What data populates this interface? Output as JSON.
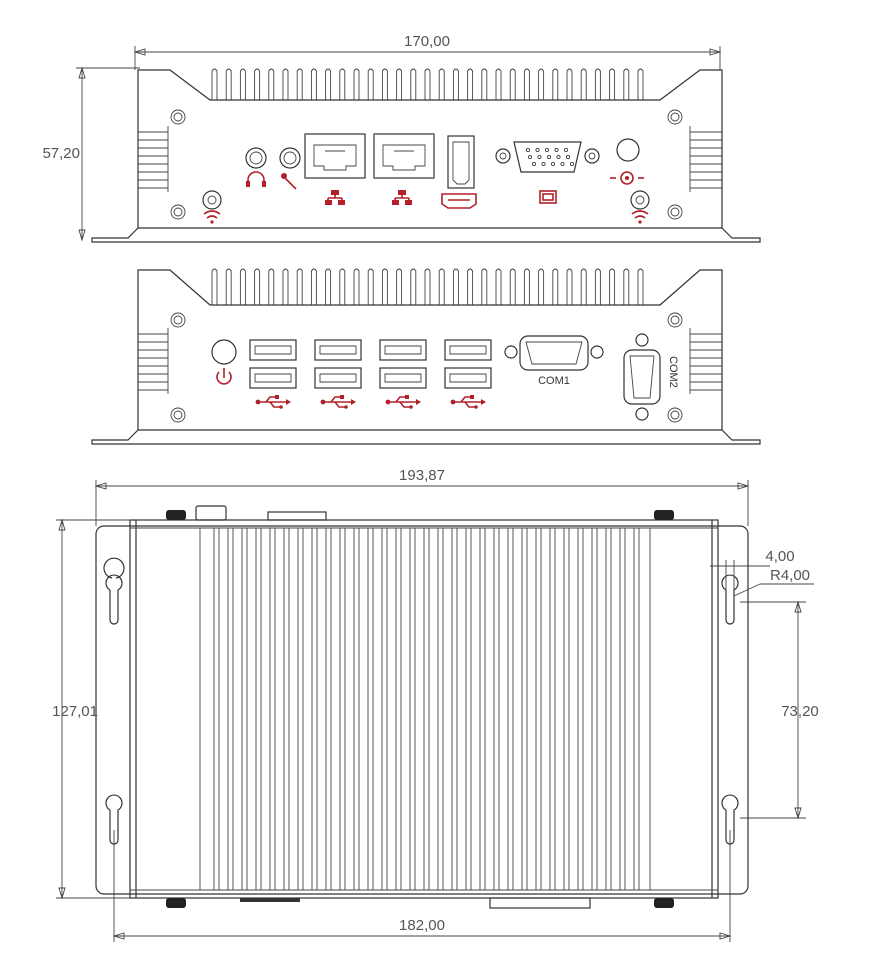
{
  "dimensions": {
    "front_width": "170,00",
    "front_height": "57,20",
    "top_width": "193,87",
    "top_depth": "127,01",
    "slot_width": "4,00",
    "slot_radius": "R4,00",
    "hole_spacing": "73,20",
    "hole_span": "182,00"
  },
  "ports": {
    "com1": "COM1",
    "com2": "COM2"
  },
  "colors": {
    "line": "#333333",
    "icon": "#b3202a",
    "dim": "#555555"
  }
}
